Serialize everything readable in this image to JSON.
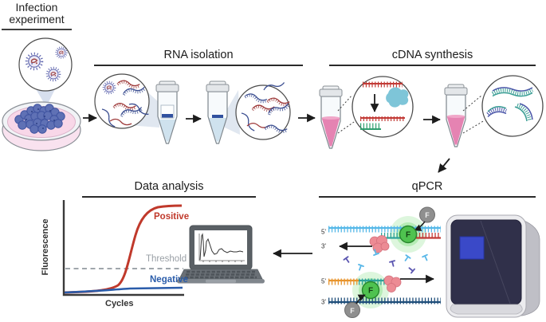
{
  "figure": {
    "infection": {
      "title_line1": "Infection",
      "title_line2": "experiment"
    },
    "rna_isolation": {
      "title": "RNA isolation"
    },
    "cdna_synthesis": {
      "title": "cDNA synthesis"
    },
    "qpcr": {
      "title": "qPCR",
      "fluorophore": "F",
      "top_strand": {
        "five_prime": "5'",
        "three_prime": "3'"
      },
      "bottom_strand": {
        "five_prime": "5'",
        "three_prime": "3'"
      }
    },
    "data_analysis": {
      "title": "Data analysis",
      "ylabel": "Fluorescence",
      "xlabel": "Cycles",
      "positive": "Positive",
      "threshold": "Threshold",
      "negative": "Negative"
    }
  },
  "colors": {
    "positive_curve": "#c0392b",
    "negative_curve": "#2a5caa",
    "threshold_line": "#9aa0a6",
    "rna_red": "#9e3a3a",
    "rna_blue": "#3c4f91",
    "cdna_blue": "#4a55a8",
    "cdna_teal": "#3a9e94",
    "tube_liquid_pink": "#e583b2",
    "glow_green": "#7ddc7d",
    "fluorophore_green": "#4fc24f",
    "fluorophore_grey": "#8f8f8f",
    "polymerase_pink": "#ec8b94",
    "machine_panel": "#30304a",
    "machine_screen": "#3a49c8"
  },
  "chart_data": {
    "type": "line",
    "title": "Data analysis",
    "xlabel": "Cycles",
    "ylabel": "Fluorescence",
    "legend_position": "inline-annotations",
    "grid": false,
    "axis_ticks": "none (schematic qPCR amplification plot)",
    "series": [
      {
        "name": "Positive",
        "color": "#c0392b",
        "style": "solid sigmoid",
        "x": [
          0,
          5,
          10,
          15,
          20,
          25,
          30,
          35,
          40
        ],
        "y": [
          0.02,
          0.02,
          0.03,
          0.06,
          0.3,
          0.75,
          0.93,
          0.97,
          0.97
        ]
      },
      {
        "name": "Negative",
        "color": "#2a5caa",
        "style": "solid flat baseline",
        "x": [
          0,
          5,
          10,
          15,
          20,
          25,
          30,
          35,
          40
        ],
        "y": [
          0.02,
          0.03,
          0.04,
          0.05,
          0.05,
          0.06,
          0.06,
          0.06,
          0.06
        ]
      }
    ],
    "threshold": {
      "label": "Threshold",
      "value": 0.3,
      "style": "dashed",
      "color": "#9aa0a6"
    },
    "xlim": [
      0,
      40
    ],
    "ylim": [
      0,
      1
    ]
  }
}
